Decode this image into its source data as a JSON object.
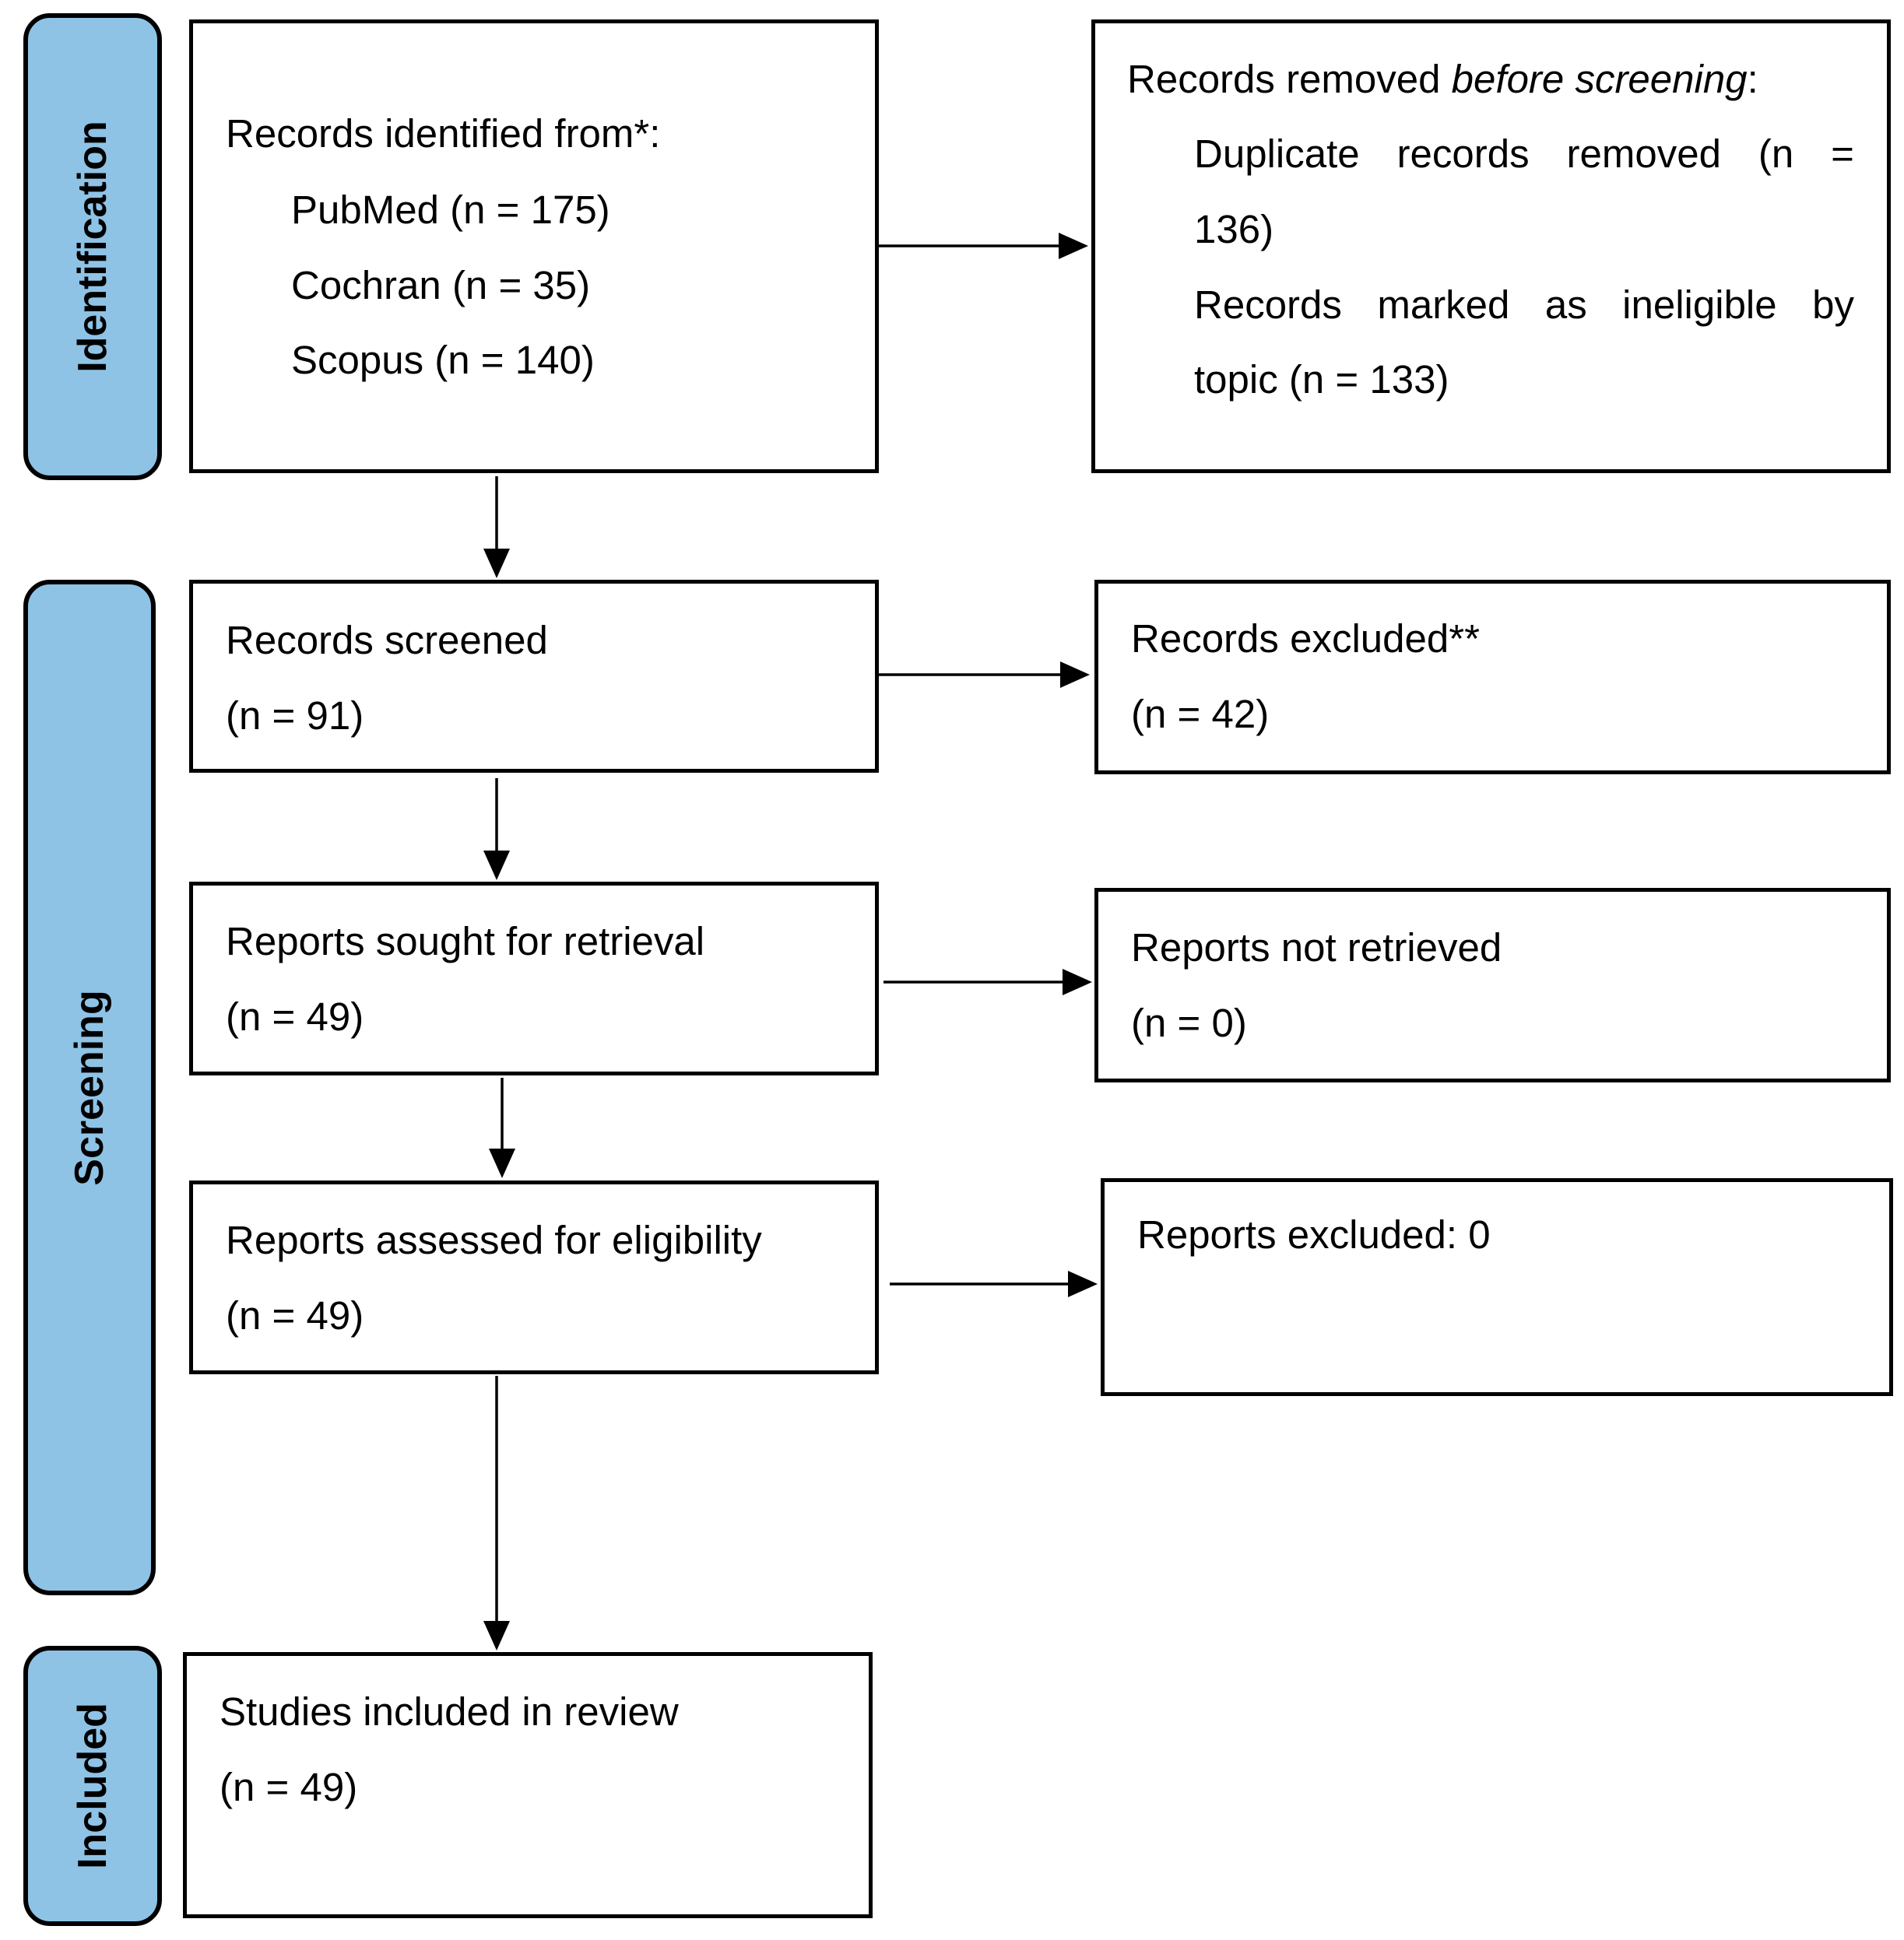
{
  "stages": {
    "identification": "Identification",
    "screening": "Screening",
    "included": "Included"
  },
  "identified": {
    "heading": "Records identified from*:",
    "sources": [
      "PubMed (n = 175)",
      "Cochran (n = 35)",
      "Scopus (n = 140)"
    ]
  },
  "removed": {
    "heading_prefix": "Records removed ",
    "heading_italic": "before screening",
    "heading_suffix": ":",
    "duplicate_words": [
      "Duplicate",
      "records",
      "removed",
      "(n",
      "="
    ],
    "duplicate_cont": "136)",
    "ineligible_words": [
      "Records",
      "marked",
      "as",
      "ineligible",
      "by"
    ],
    "ineligible_cont": "topic (n = 133)"
  },
  "screened": {
    "label": "Records screened",
    "count": "(n = 91)"
  },
  "excluded": {
    "label": "Records excluded**",
    "count": "(n = 42)"
  },
  "sought": {
    "label": "Reports sought for retrieval",
    "count": "(n = 49)"
  },
  "not_retrieved": {
    "label": "Reports not retrieved",
    "count": "(n = 0)"
  },
  "assessed": {
    "label": "Reports assessed for eligibility",
    "count": "(n = 49)"
  },
  "reports_excluded": {
    "label": "Reports excluded: 0"
  },
  "included_studies": {
    "label": "Studies included in review",
    "count": "(n = 49)"
  }
}
